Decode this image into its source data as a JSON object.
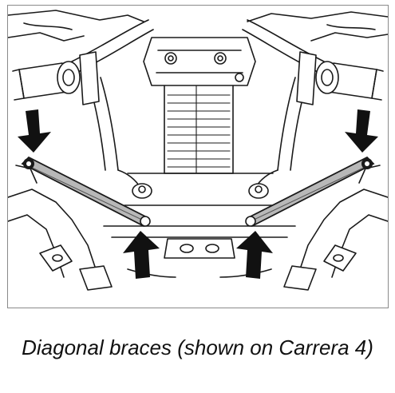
{
  "figure": {
    "caption": "Diagonal braces (shown on Carrera 4)",
    "style": "black-and-white line drawing",
    "subject": "underside of vehicle front suspension",
    "callouts": [
      {
        "icon": "arrow-down-icon",
        "target": "left-brace-outer-mount"
      },
      {
        "icon": "arrow-up-icon",
        "target": "left-brace-inner-mount"
      },
      {
        "icon": "arrow-up-icon",
        "target": "right-brace-inner-mount"
      },
      {
        "icon": "arrow-down-icon",
        "target": "right-brace-outer-mount"
      }
    ],
    "colors": {
      "line": "#1a1a1a",
      "brace_fill": "#b8b8b8",
      "shade": "#d9d9d9",
      "frame": "#8a8a8a"
    }
  }
}
